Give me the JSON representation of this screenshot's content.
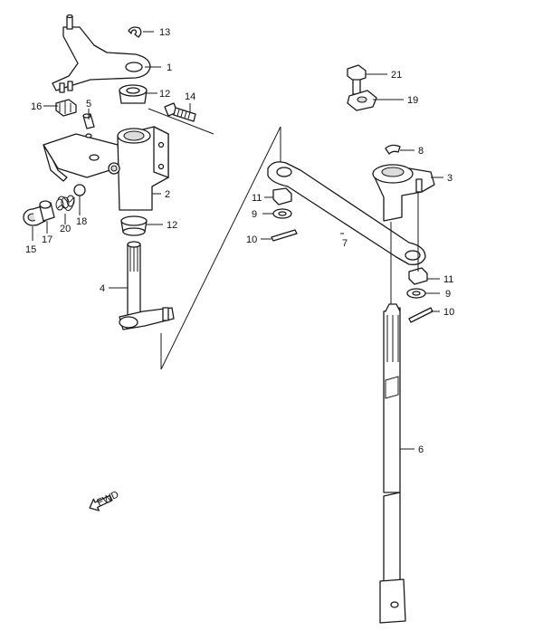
{
  "callouts": {
    "c1": "1",
    "c2": "2",
    "c3": "3",
    "c4": "4",
    "c5": "5",
    "c6": "6",
    "c7": "7",
    "c8": "8",
    "c9a": "9",
    "c9b": "9",
    "c10a": "10",
    "c10b": "10",
    "c11a": "11",
    "c11b": "11",
    "c12a": "12",
    "c12b": "12",
    "c13": "13",
    "c14": "14",
    "c15": "15",
    "c16": "16",
    "c17": "17",
    "c18": "18",
    "c19": "19",
    "c20": "20",
    "c21": "21"
  },
  "front_marker": "FWD",
  "icons": {
    "front_arrow": "front-arrow-icon"
  }
}
